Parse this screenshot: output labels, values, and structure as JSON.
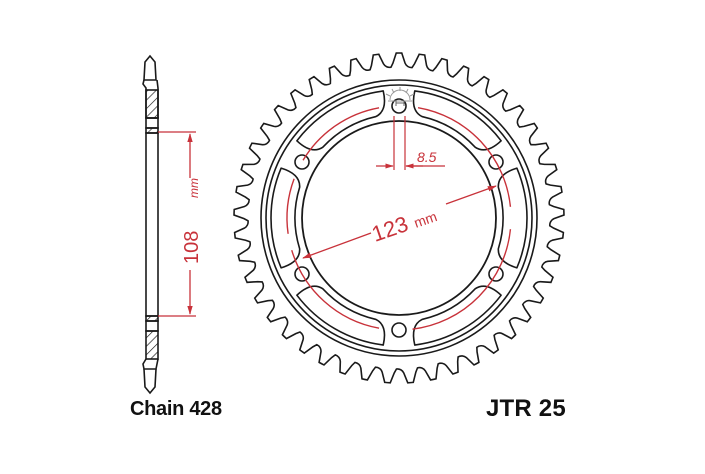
{
  "diagram": {
    "type": "technical-drawing",
    "subject": "rear chain sprocket",
    "colors": {
      "outline": "#1a1a1a",
      "dimension": "#c8323a",
      "logo": "#9a9a9a",
      "background": "#ffffff"
    },
    "dimensions": {
      "bolt_spacing": {
        "value": "108",
        "unit": "mm"
      },
      "center_bore": {
        "value": "123",
        "unit": "mm"
      },
      "bolt_hole": {
        "value": "8.5",
        "unit": ""
      }
    },
    "teeth_count": 45,
    "bolt_holes": 6,
    "lightening_windows": 6
  },
  "labels": {
    "chain": "Chain 428",
    "model": "JTR 25"
  },
  "dim_text": {
    "side_value": "108",
    "side_unit": "mm",
    "bore_value": "123",
    "bore_unit": "mm",
    "hole_value": "8.5"
  }
}
